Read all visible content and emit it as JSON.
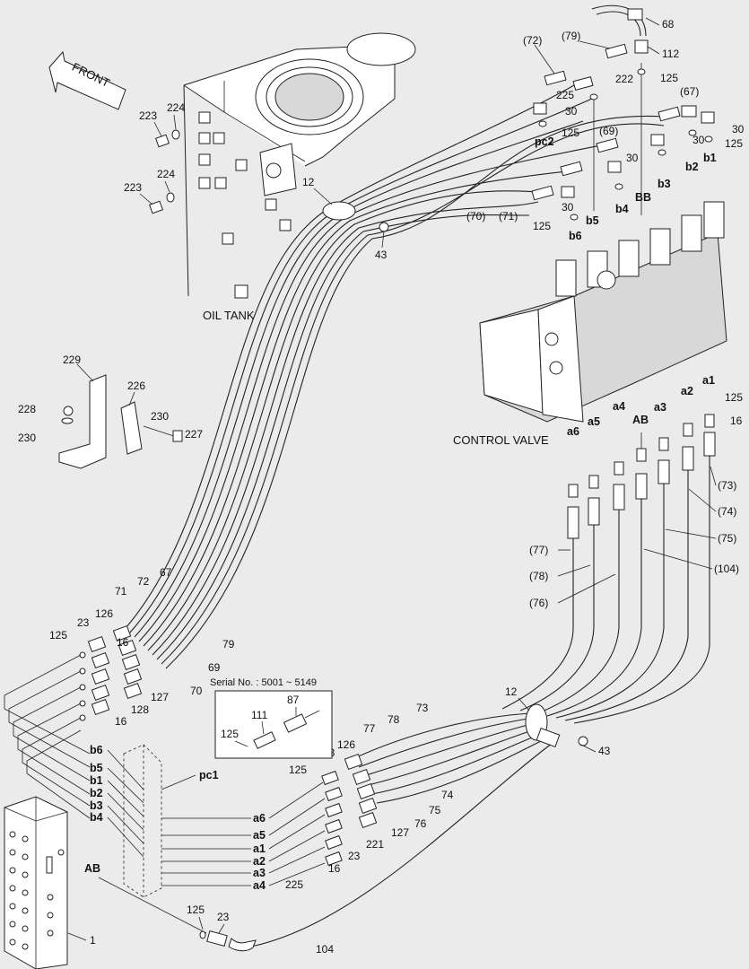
{
  "direction": "FRONT",
  "components": {
    "oil_tank": "OIL TANK",
    "control_valve": "CONTROL VALVE",
    "serial_note": "Serial No. : 5001 ~ 5149"
  },
  "ports_top": [
    "pc2",
    "b6",
    "b5",
    "b4",
    "BB",
    "b3",
    "b2",
    "b1"
  ],
  "ports_bottom_valve": [
    "a6",
    "a5",
    "a4",
    "AB",
    "a3",
    "a2",
    "a1"
  ],
  "ports_left": [
    "b6",
    "b5",
    "b1",
    "b2",
    "b3",
    "b4"
  ],
  "ports_pc1": "pc1",
  "ports_a_left": [
    "a6",
    "a5",
    "a1",
    "a2",
    "a3",
    "a4"
  ],
  "port_AB_left": "AB",
  "part_numbers": {
    "p1": "1",
    "p12a": "12",
    "p12b": "12",
    "p16a": "16",
    "p16b": "16",
    "p16c": "16",
    "p23a": "23",
    "p23b": "23",
    "p23c": "23",
    "p23d": "23",
    "p30a": "30",
    "p30b": "30",
    "p30c": "30",
    "p30d": "30",
    "p30e": "30",
    "p43a": "43",
    "p43b": "43",
    "p67": "67",
    "p68": "68",
    "p69": "69",
    "p70": "70",
    "p71": "71",
    "p72": "72",
    "p73": "73",
    "p74": "74",
    "p75": "75",
    "p76": "76",
    "p77": "77",
    "p78": "78",
    "p79": "79",
    "p87": "87",
    "p104": "104",
    "p111": "111",
    "p112": "112",
    "p125a": "125",
    "p125b": "125",
    "p125c": "125",
    "p125d": "125",
    "p125e": "125",
    "p125f": "125",
    "p125g": "125",
    "p125h": "125",
    "p125i": "125",
    "p126a": "126",
    "p126b": "126",
    "p127a": "127",
    "p127b": "127",
    "p128": "128",
    "p221": "221",
    "p222": "222",
    "p223a": "223",
    "p223b": "223",
    "p224a": "224",
    "p224b": "224",
    "p225a": "225",
    "p225b": "225",
    "p226": "226",
    "p227": "227",
    "p228": "228",
    "p229": "229",
    "p230a": "230",
    "p230b": "230"
  },
  "paren_labels": {
    "l72": "(72)",
    "l79": "(79)",
    "l67": "(67)",
    "l69": "(69)",
    "l70": "(70)",
    "l71": "(71)",
    "l73": "(73)",
    "l74": "(74)",
    "l75": "(75)",
    "l104": "(104)",
    "l77": "(77)",
    "l78": "(78)",
    "l76": "(76)"
  }
}
